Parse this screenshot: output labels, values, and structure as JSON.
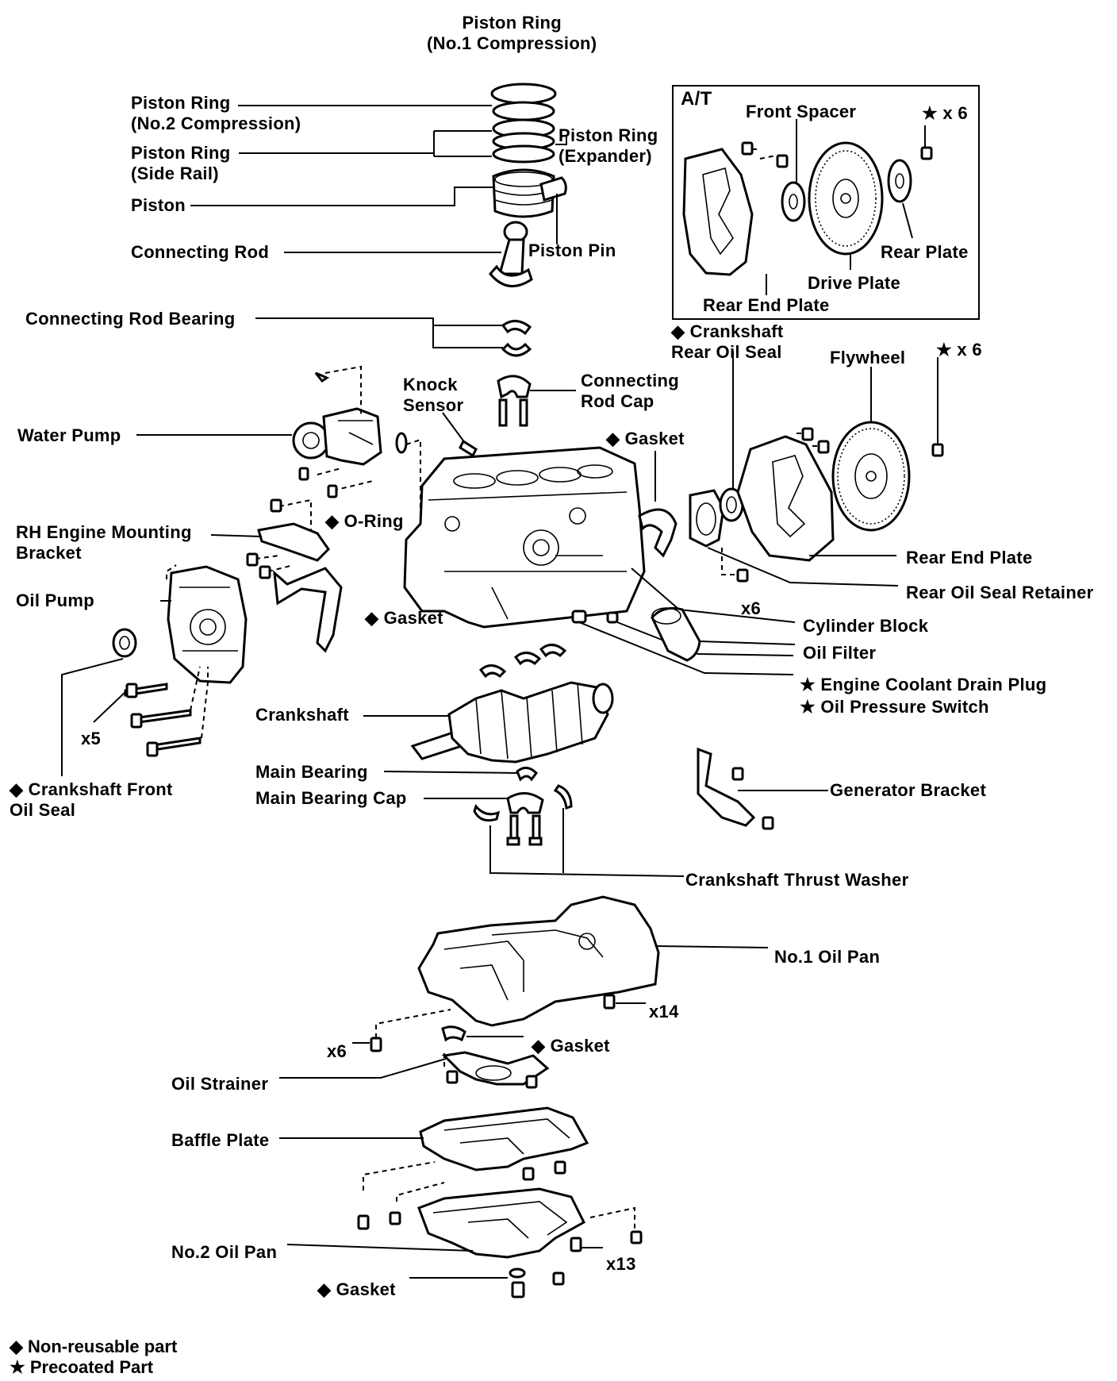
{
  "labels": {
    "ring1": "Piston Ring\n(No.1 Compression)",
    "ring2": "Piston Ring\n(No.2 Compression)",
    "ring_side": "Piston Ring\n(Side Rail)",
    "ring_exp": "Piston Ring\n(Expander)",
    "piston": "Piston",
    "conrod": "Connecting Rod",
    "piston_pin": "Piston Pin",
    "conrod_bearing": "Connecting Rod Bearing",
    "knock_sensor": "Knock\nSensor",
    "conrod_cap": "Connecting\nRod Cap",
    "water_pump": "Water Pump",
    "gasket_block": "◆ Gasket",
    "o_ring": "◆ O-Ring",
    "rh_bracket": "RH Engine Mounting\nBracket",
    "oil_pump": "Oil Pump",
    "gasket_mid": "◆ Gasket",
    "crankshaft": "Crankshaft",
    "x5": "x5",
    "front_seal": "◆ Crankshaft Front\nOil Seal",
    "main_bearing": "Main Bearing",
    "main_bearing_cap": "Main Bearing Cap",
    "thrust_washer": "Crankshaft Thrust Washer",
    "generator_bracket": "Generator Bracket",
    "rear_oil_seal": "◆ Crankshaft\nRear Oil Seal",
    "flywheel": "Flywheel",
    "star_x6_fly": "★ x 6",
    "rear_end_plate": "Rear End Plate",
    "rear_seal_retainer": "Rear Oil Seal Retainer",
    "x6_retainer": "x6",
    "cylinder_block": "Cylinder Block",
    "oil_filter": "Oil Filter",
    "drain_plug": "★ Engine Coolant Drain Plug",
    "oil_pressure_switch": "★ Oil Pressure Switch",
    "oil_pan1": "No.1 Oil Pan",
    "x14": "x14",
    "x6_pan": "x6",
    "gasket_pan": "◆ Gasket",
    "oil_strainer": "Oil Strainer",
    "baffle_plate": "Baffle Plate",
    "oil_pan2": "No.2 Oil Pan",
    "x13": "x13",
    "gasket_bottom": "◆ Gasket"
  },
  "at_box": {
    "title": "A/T",
    "front_spacer": "Front Spacer",
    "star_x6": "★ x 6",
    "rear_plate": "Rear Plate",
    "drive_plate": "Drive Plate",
    "rear_end_plate": "Rear End Plate"
  },
  "legend": {
    "non_reusable": "◆ Non-reusable part",
    "precoated": "★ Precoated Part"
  }
}
